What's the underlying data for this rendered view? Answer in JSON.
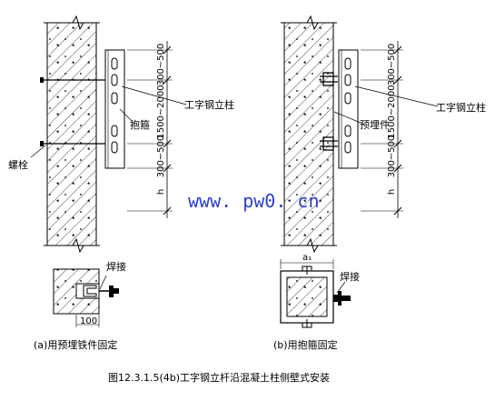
{
  "watermark": "www. pw0. cn",
  "left_view": {
    "labels": {
      "column": "工字钢立柱",
      "hoop": "抱箍",
      "bolt": "螺栓"
    },
    "dims": {
      "top": "300~500",
      "mid": "1500~2000",
      "low": "300~500",
      "h": "h"
    }
  },
  "right_view": {
    "labels": {
      "column": "工字钢立柱",
      "embed": "预埋件"
    },
    "dims": {
      "top": "300~500",
      "mid": "1500~2000",
      "low": "300~500",
      "h": "h"
    }
  },
  "detail_a": {
    "weld": "焊接",
    "dim": "100",
    "caption": "(a)用预埋铁件固定"
  },
  "detail_b": {
    "weld": "焊接",
    "dim": "a₁",
    "caption": "(b)用抱箍固定"
  },
  "figure_caption": "图12.3.1.5(4b)工字钢立杆沿混凝土柱侧壁式安装"
}
